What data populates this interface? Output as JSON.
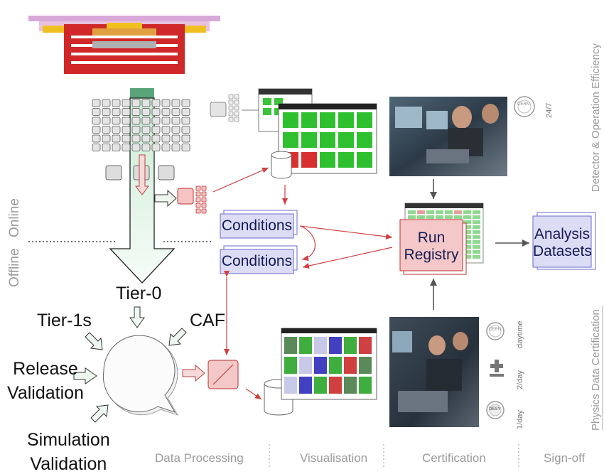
{
  "diagram": {
    "online_label": "Online",
    "offline_label": "Offline",
    "tier0_label": "Tier-0",
    "tier1_label": "Tier-1s",
    "caf_label": "CAF",
    "release_validation_label": "Release\nValidation",
    "simulation_validation_label": "Simulation\nValidation",
    "conditions_online_label": "Conditions",
    "conditions_offline_label": "Conditions",
    "run_registry_label": "Run\nRegistry",
    "analysis_datasets_label": "Analysis\nDatasets",
    "detector_efficiency_label": "Detector & Operation Efficiency",
    "physics_certification_label": "Physics Data Certification",
    "shift_247_label": "24/7",
    "cern_daytime_label": "daytime",
    "fnal_label": "2/day",
    "desy_label": "1/day",
    "cern_logo_text": "CERN",
    "desy_logo_text": "DESY"
  },
  "footer": {
    "stages": [
      "Data Processing",
      "Visualisation",
      "Certification",
      "Sign-off"
    ]
  },
  "colors": {
    "box_fill": "#dcdcf4",
    "box_border": "#6a6ad0",
    "run_registry_fill": "#f4c8c8",
    "run_registry_border": "#c03030",
    "red_arrow": "#d04040",
    "green_fill": "#dff2e3",
    "dark_arrow": "#555555",
    "footer_text": "#9a9a9a"
  }
}
